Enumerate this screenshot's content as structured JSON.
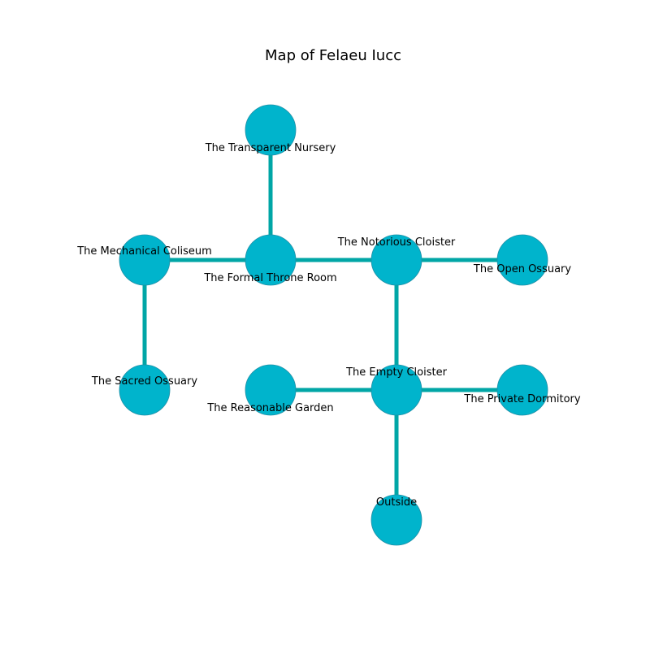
{
  "title": "Map of Felaeu Iucc",
  "colors": {
    "node_fill": "#00b4cc",
    "node_stroke": "#1f8fa6",
    "edge": "#00a6a6",
    "text": "#000000",
    "background": "#ffffff"
  },
  "rooms": [
    {
      "id": "transparent-nursery",
      "label": "The Transparent Nursery"
    },
    {
      "id": "mechanical-coliseum",
      "label": "The Mechanical Coliseum"
    },
    {
      "id": "formal-throne-room",
      "label": "The Formal Throne Room"
    },
    {
      "id": "notorious-cloister",
      "label": "The Notorious Cloister"
    },
    {
      "id": "open-ossuary",
      "label": "The Open Ossuary"
    },
    {
      "id": "sacred-ossuary",
      "label": "The Sacred Ossuary"
    },
    {
      "id": "reasonable-garden",
      "label": "The Reasonable Garden"
    },
    {
      "id": "empty-cloister",
      "label": "The Empty Cloister"
    },
    {
      "id": "private-dormitory",
      "label": "The Private Dormitory"
    },
    {
      "id": "outside",
      "label": "Outside"
    }
  ],
  "connections": [
    [
      "transparent-nursery",
      "formal-throne-room"
    ],
    [
      "mechanical-coliseum",
      "formal-throne-room"
    ],
    [
      "formal-throne-room",
      "notorious-cloister"
    ],
    [
      "notorious-cloister",
      "open-ossuary"
    ],
    [
      "mechanical-coliseum",
      "sacred-ossuary"
    ],
    [
      "notorious-cloister",
      "empty-cloister"
    ],
    [
      "reasonable-garden",
      "empty-cloister"
    ],
    [
      "empty-cloister",
      "private-dormitory"
    ],
    [
      "empty-cloister",
      "outside"
    ]
  ]
}
